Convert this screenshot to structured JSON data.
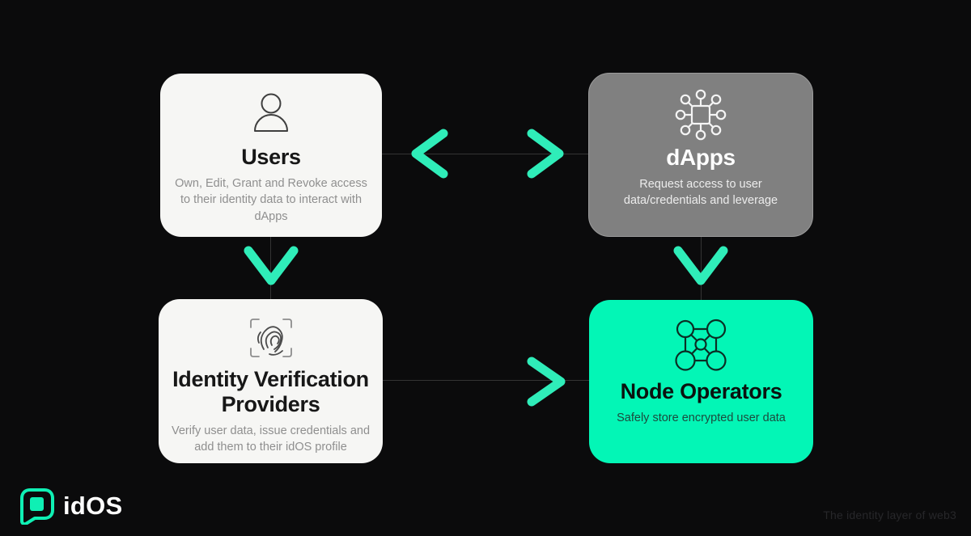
{
  "colors": {
    "background": "#0b0b0c",
    "accent_green": "#2fedb9",
    "card_green": "#03f6b6",
    "card_gray": "#808080",
    "card_light": "#f6f6f4"
  },
  "cards": {
    "users": {
      "icon": "user-icon",
      "title": "Users",
      "subtitle": "Own, Edit, Grant and Revoke access to their identity data to interact with dApps"
    },
    "dapps": {
      "icon": "hub-network-icon",
      "title": "dApps",
      "subtitle": "Request access to user data/credentials and leverage"
    },
    "ivp": {
      "icon": "fingerprint-scan-icon",
      "title": "Identity Verification Providers",
      "subtitle": "Verify user data, issue credentials and add them to their idOS profile"
    },
    "node_operators": {
      "icon": "node-cluster-icon",
      "title": "Node Operators",
      "subtitle": "Safely store encrypted user data"
    }
  },
  "branding": {
    "logo_text": "idOS",
    "tagline": "The identity layer of web3"
  }
}
